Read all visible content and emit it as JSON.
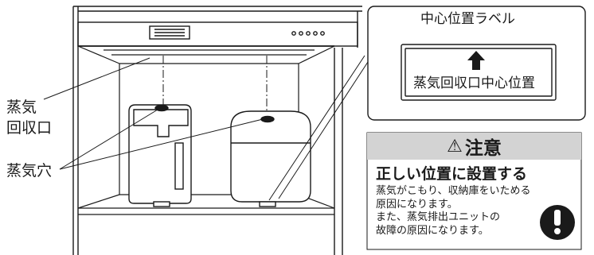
{
  "labels": {
    "steam_recovery_line1": "蒸気",
    "steam_recovery_line2": "回収口",
    "steam_hole": "蒸気穴"
  },
  "callout": {
    "title": "中心位置ラベル",
    "plate_text": "蒸気回収口中心位置"
  },
  "caution": {
    "header": "注意",
    "heading": "正しい位置に設置する",
    "lines": [
      "蒸気がこもり、収納庫をいためる",
      "原因になります。",
      "また、蒸気排出ユニットの",
      "故障の原因になります。"
    ]
  },
  "colors": {
    "line": "#1a1a1a",
    "caution_header_bg": "#d3d3d3",
    "callout_border": "#1a1a1a"
  },
  "icons": {
    "warning": "warning-triangle-icon",
    "prohibition": "exclamation-circle-icon",
    "arrow": "up-arrow-icon"
  }
}
